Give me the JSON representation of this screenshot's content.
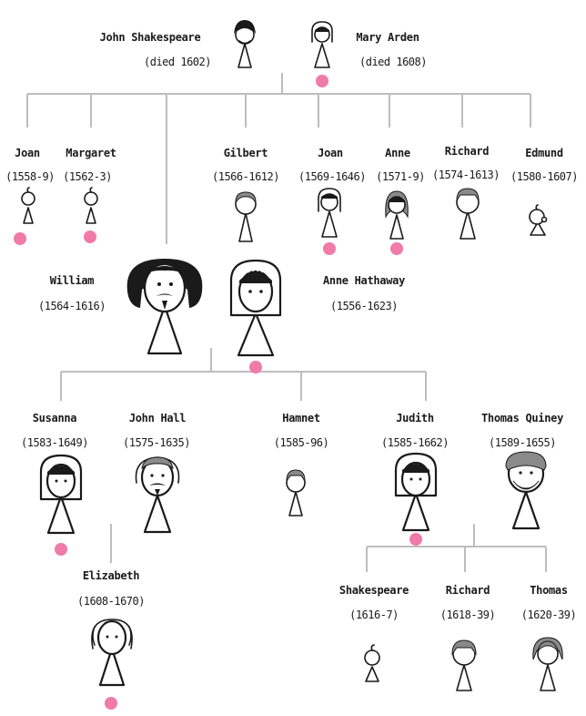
{
  "colors": {
    "line": "#bdbdbd",
    "ink": "#1a1a1a",
    "female_marker": "#f07aa8"
  },
  "people": {
    "john_shakespeare": {
      "name": "John Shakespeare",
      "dates": "(died 1602)"
    },
    "mary_arden": {
      "name": "Mary Arden",
      "dates": "(died 1608)"
    },
    "joan_1": {
      "name": "Joan",
      "dates": "(1558-9)"
    },
    "margaret": {
      "name": "Margaret",
      "dates": "(1562-3)"
    },
    "gilbert": {
      "name": "Gilbert",
      "dates": "(1566-1612)"
    },
    "joan_2": {
      "name": "Joan",
      "dates": "(1569-1646)"
    },
    "anne": {
      "name": "Anne",
      "dates": "(1571-9)"
    },
    "richard_1": {
      "name": "Richard",
      "dates": "(1574-1613)"
    },
    "edmund": {
      "name": "Edmund",
      "dates": "(1580-1607)"
    },
    "william": {
      "name": "William",
      "dates": "(1564-1616)"
    },
    "anne_hathaway": {
      "name": "Anne Hathaway",
      "dates": "(1556-1623)"
    },
    "susanna": {
      "name": "Susanna",
      "dates": "(1583-1649)"
    },
    "john_hall": {
      "name": "John Hall",
      "dates": "(1575-1635)"
    },
    "hamnet": {
      "name": "Hamnet",
      "dates": "(1585-96)"
    },
    "judith": {
      "name": "Judith",
      "dates": "(1585-1662)"
    },
    "thomas_quiney": {
      "name": "Thomas Quiney",
      "dates": "(1589-1655)"
    },
    "elizabeth": {
      "name": "Elizabeth",
      "dates": "(1608-1670)"
    },
    "shakespeare": {
      "name": "Shakespeare",
      "dates": "(1616-7)"
    },
    "richard_2": {
      "name": "Richard",
      "dates": "(1618-39)"
    },
    "thomas": {
      "name": "Thomas",
      "dates": "(1620-39)"
    }
  }
}
